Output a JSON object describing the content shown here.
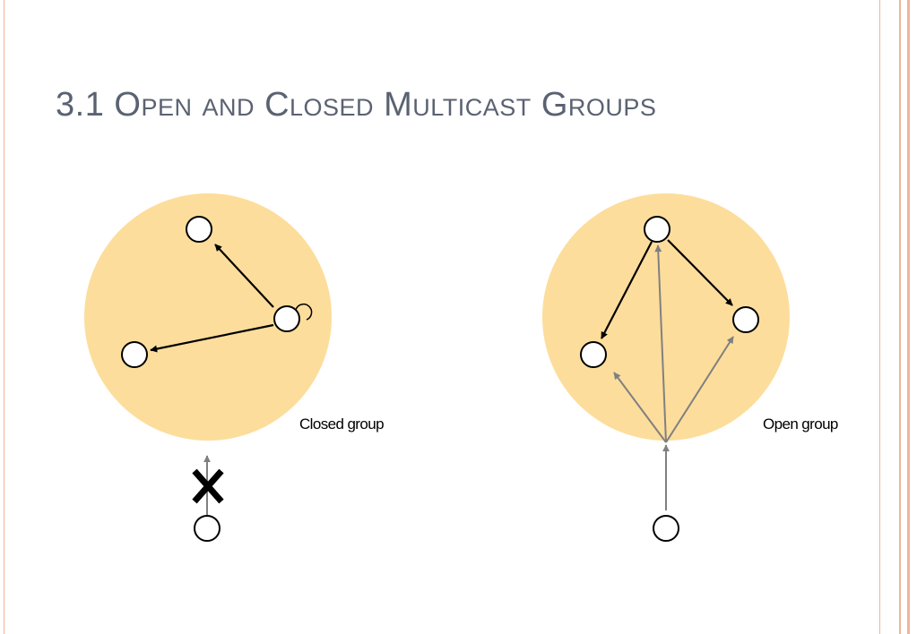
{
  "slide": {
    "title": "3.1 Open and Closed Multicast Groups"
  },
  "diagram": {
    "closed_group": {
      "label": "Closed group"
    },
    "open_group": {
      "label": "Open group"
    }
  },
  "colors": {
    "group_fill": "#fddd9b",
    "title_color": "#5a6272",
    "border_color": "#f0b49a",
    "member_arrow": "#000000",
    "outside_arrow": "#808080"
  }
}
